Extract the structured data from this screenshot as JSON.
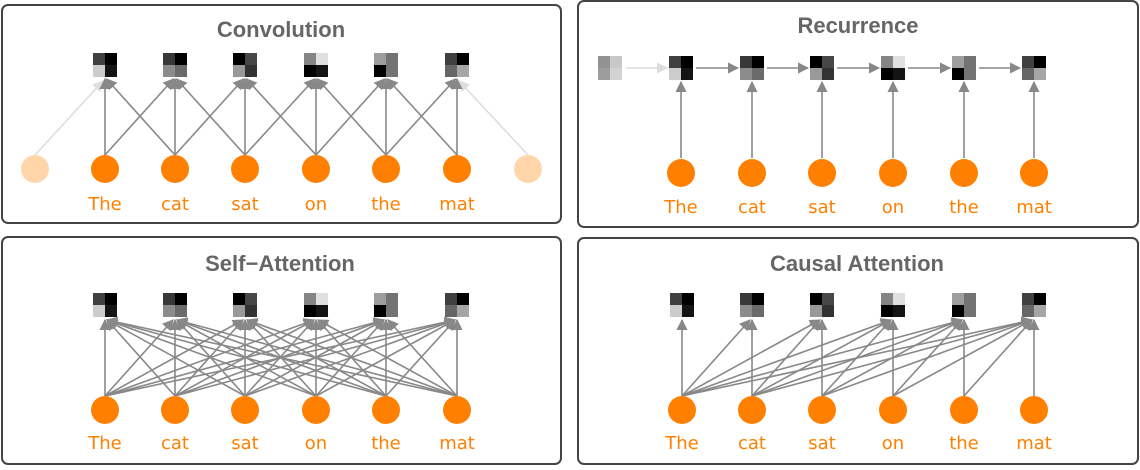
{
  "tokens": [
    "The",
    "cat",
    "sat",
    "on",
    "the",
    "mat"
  ],
  "colors": {
    "node": "#ff8000",
    "padding_node": "#ffd5aa",
    "edge": "#888888",
    "faint_edge": "#dddddd",
    "border": "#444444",
    "title": "#666666"
  },
  "hidden_states": [
    [
      0.25,
      0.0,
      0.8,
      0.08
    ],
    [
      0.22,
      0.0,
      0.55,
      0.42
    ],
    [
      0.0,
      0.28,
      0.6,
      0.2
    ],
    [
      0.52,
      0.88,
      0.0,
      0.08
    ],
    [
      0.62,
      0.45,
      0.0,
      0.45
    ],
    [
      0.25,
      0.0,
      0.4,
      0.65
    ]
  ],
  "initial_state": [
    0.5,
    0.75,
    0.55,
    0.8
  ],
  "panels": [
    {
      "id": "convolution",
      "title": "Convolution",
      "type": "convolution"
    },
    {
      "id": "recurrence",
      "title": "Recurrence",
      "type": "recurrence"
    },
    {
      "id": "self-attention",
      "title": "Self−Attention",
      "type": "self-attention"
    },
    {
      "id": "causal-attention",
      "title": "Causal Attention",
      "type": "causal-attention"
    }
  ]
}
